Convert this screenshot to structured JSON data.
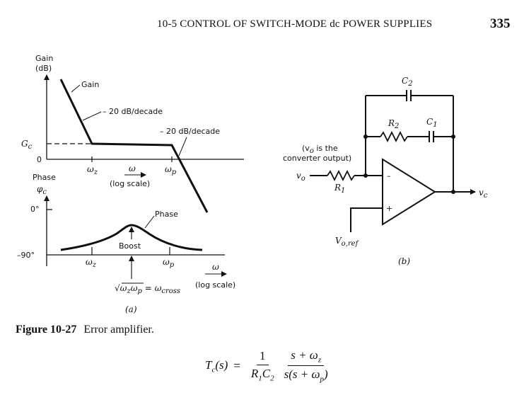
{
  "header": {
    "running_head": "10-5  CONTROL OF SWITCH-MODE dc POWER SUPPLIES",
    "page_number": "335"
  },
  "figure_a": {
    "gain_axis_label_1": "Gain",
    "gain_axis_label_2": "(dB)",
    "gain_curve_label": "Gain",
    "slope_label_1": "– 20 dB/decade",
    "slope_label_2": "– 20 dB/decade",
    "gc_label": "G",
    "gc_sub": "c",
    "zero_label": "0",
    "omega_z": "ω",
    "omega_z_sub": "z",
    "omega_axis": "ω",
    "omega_p": "ω",
    "omega_p_sub": "p",
    "log_scale": "(log scale)",
    "phase_axis_label": "Phase",
    "phi_c": "φ",
    "phi_c_sub": "c",
    "zero_deg": "0°",
    "minus_90": "–90°",
    "phase_curve_label": "Phase",
    "boost_label": "Boost",
    "omega_z_2": "ω",
    "omega_z_2_sub": "z",
    "omega_p_2": "ω",
    "omega_p_2_sub": "p",
    "omega_axis_2": "ω",
    "log_scale_2": "(log scale)",
    "crossover_formula_lhs": "√ω",
    "crossover_z": "z",
    "crossover_omega": "ω",
    "crossover_p": "p",
    "crossover_eq": " = ω",
    "crossover_sub": "cross",
    "panel_label": "(a)"
  },
  "figure_b": {
    "c2": "C",
    "c2_sub": "2",
    "r2": "R",
    "r2_sub": "2",
    "c1": "C",
    "c1_sub": "1",
    "note_1": "(v",
    "note_1_sub": "o",
    "note_1_rest": " is the",
    "note_2": "converter output)",
    "vo": "v",
    "vo_sub": "o",
    "r1": "R",
    "r1_sub": "1",
    "minus": "–",
    "plus": "+",
    "vc": "v",
    "vc_sub": "c",
    "vref": "V",
    "vref_sub": "o,ref",
    "panel_label": "(b)"
  },
  "caption": {
    "number": "Figure 10-27",
    "text": "Error amplifier."
  },
  "equation": {
    "lhs": "T",
    "lhs_sub": "c",
    "lhs_arg": "(s)",
    "equals": "=",
    "frac1_num": "1",
    "frac1_den": "R",
    "frac1_den_sub1": "1",
    "frac1_den_c": "C",
    "frac1_den_sub2": "2",
    "frac2_num": "s + ω",
    "frac2_num_sub": "z",
    "frac2_den": "s(s + ω",
    "frac2_den_sub": "p",
    "frac2_den_close": ")"
  }
}
